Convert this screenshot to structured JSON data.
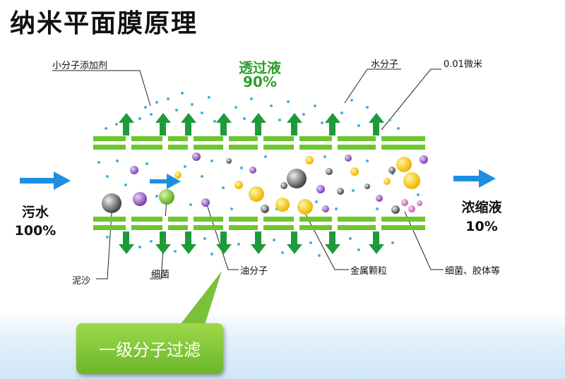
{
  "title": "纳米平面膜原理",
  "labels": {
    "additive": "小分子添加剂",
    "permeate": "透过液",
    "permeate_pct": "90%",
    "water_molecule": "水分子",
    "pore_size": "0.01微米",
    "wastewater": "污水",
    "wastewater_pct": "100%",
    "concentrate": "浓缩液",
    "concentrate_pct": "10%",
    "sand": "泥沙",
    "bacteria": "细菌",
    "oil_molecule": "油分子",
    "metal_particles": "金属颗粒",
    "bacteria_colloids": "细菌、胶体等"
  },
  "callout": "一级分子过滤",
  "colors": {
    "membrane": "#6cc62c",
    "arrow_green": "#1e9a3a",
    "arrow_blue": "#1e8fe0",
    "dot": "#4aaee0",
    "callout": "#7cc13a"
  }
}
